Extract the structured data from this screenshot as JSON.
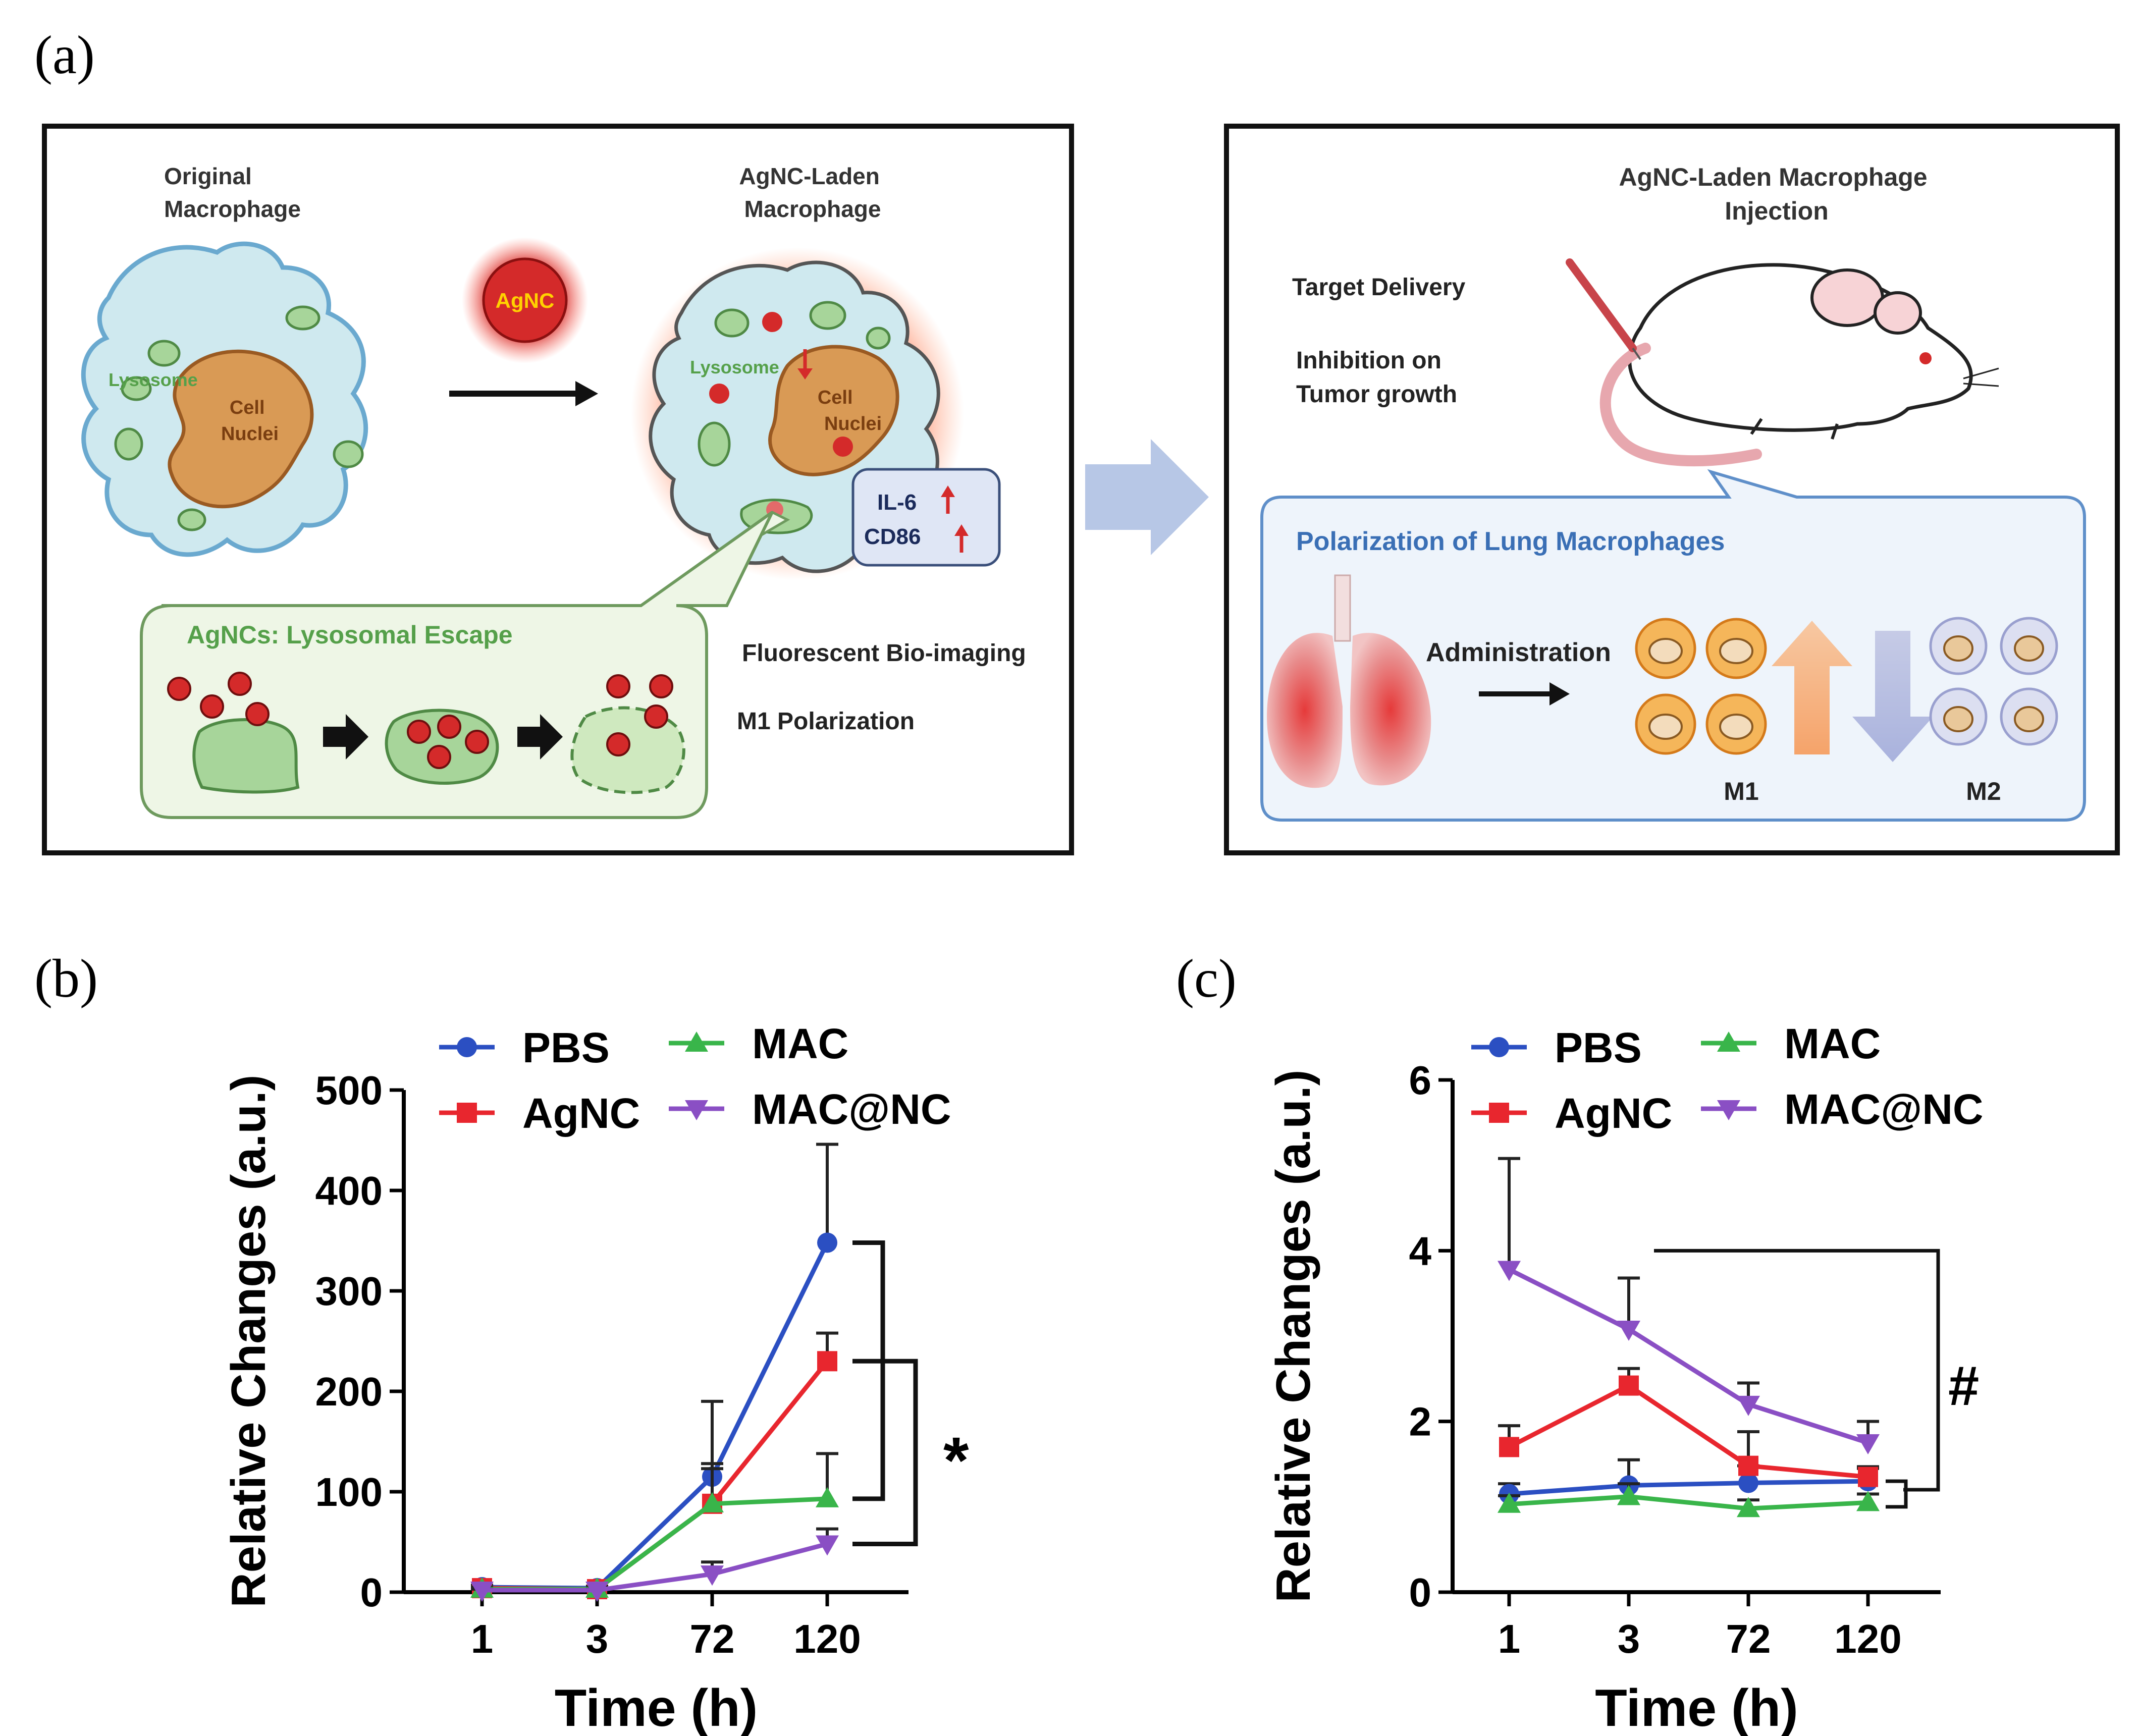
{
  "panel_labels": {
    "a": "(a)",
    "b": "(b)",
    "c": "(c)"
  },
  "schematic": {
    "original_macrophage": [
      "Original",
      "Macrophage"
    ],
    "agnc_laden_macrophage": [
      "AgNC-Laden",
      "Macrophage"
    ],
    "agnc": "AgNC",
    "lysosome": "Lysosome",
    "cell_nuclei": [
      "Cell",
      "Nuclei"
    ],
    "il6": "IL-6",
    "cd86": "CD86",
    "lysosomal_escape": "AgNCs: Lysosomal  Escape",
    "fluorescent": "Fluorescent  Bio-imaging",
    "m1_polarization": "M1  Polarization",
    "injection_title": [
      "AgNC-Laden Macrophage",
      "Injection"
    ],
    "target_delivery": "Target Delivery",
    "inhibition": [
      "Inhibition  on",
      "Tumor growth"
    ],
    "polarization_title": "Polarization of Lung Macrophages",
    "administration": "Administration",
    "m1": "M1",
    "m2": "M2",
    "colors": {
      "red": "#d42a2a",
      "cyan": "#cfe9ef",
      "green": "#a7d59a",
      "nucleus": "#d99a55",
      "arrow": "#b7c7e6",
      "blue_text": "#3a6fb5",
      "green_text": "#55a04a"
    }
  },
  "chart_data": [
    {
      "type": "line",
      "panel": "(b)",
      "xlabel": "Time (h)",
      "ylabel": "Relative Changes (a.u.)",
      "categories": [
        "1",
        "3",
        "72",
        "120"
      ],
      "ylim": [
        0,
        500
      ],
      "yticks": [
        0,
        100,
        200,
        300,
        400,
        500
      ],
      "legend": [
        "PBS",
        "AgNC",
        "MAC",
        "MAC@NC"
      ],
      "series": [
        {
          "name": "PBS",
          "color": "#2b4fc2",
          "marker": "circle",
          "values": [
            5,
            4,
            115,
            348
          ],
          "err": [
            2,
            2,
            75,
            98
          ]
        },
        {
          "name": "AgNC",
          "color": "#e8262e",
          "marker": "square",
          "values": [
            4,
            3,
            88,
            230
          ],
          "err": [
            2,
            2,
            40,
            28
          ]
        },
        {
          "name": "MAC",
          "color": "#39b54a",
          "marker": "triangle-up",
          "values": [
            3,
            3,
            88,
            93
          ],
          "err": [
            2,
            2,
            35,
            45
          ]
        },
        {
          "name": "MAC@NC",
          "color": "#8a4fc4",
          "marker": "triangle-down",
          "values": [
            2,
            2,
            18,
            48
          ],
          "err": [
            1,
            1,
            12,
            15
          ]
        }
      ],
      "annotation": "*"
    },
    {
      "type": "line",
      "panel": "(c)",
      "xlabel": "Time (h)",
      "ylabel": "Relative Changes (a.u.)",
      "categories": [
        "1",
        "3",
        "72",
        "120"
      ],
      "ylim": [
        0,
        6
      ],
      "yticks": [
        0,
        2,
        4,
        6
      ],
      "legend": [
        "PBS",
        "AgNC",
        "MAC",
        "MAC@NC"
      ],
      "series": [
        {
          "name": "PBS",
          "color": "#2b4fc2",
          "marker": "circle",
          "values": [
            1.15,
            1.25,
            1.28,
            1.3
          ],
          "err": [
            0.12,
            0.3,
            0.2,
            0.15
          ]
        },
        {
          "name": "AgNC",
          "color": "#e8262e",
          "marker": "square",
          "values": [
            1.7,
            2.42,
            1.48,
            1.35
          ],
          "err": [
            0.25,
            0.2,
            0.4,
            0.12
          ]
        },
        {
          "name": "MAC",
          "color": "#39b54a",
          "marker": "triangle-up",
          "values": [
            1.03,
            1.12,
            0.98,
            1.05
          ],
          "err": [
            0.1,
            0.15,
            0.1,
            0.1
          ]
        },
        {
          "name": "MAC@NC",
          "color": "#8a4fc4",
          "marker": "triangle-down",
          "values": [
            3.78,
            3.08,
            2.2,
            1.75
          ],
          "err": [
            1.3,
            0.6,
            0.25,
            0.25
          ]
        }
      ],
      "annotation": "#"
    }
  ]
}
